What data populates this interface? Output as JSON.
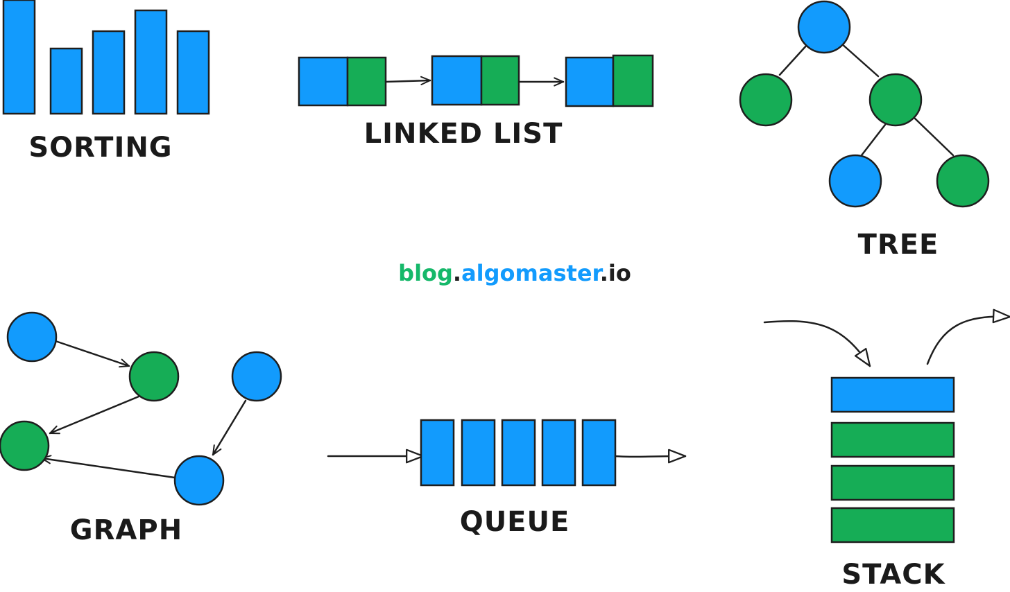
{
  "colors": {
    "blue": "#129bfd",
    "green": "#16ad56",
    "ink": "#1e1e1e",
    "watermark_green": "#16b86a",
    "watermark_blue": "#129bfd"
  },
  "labels": {
    "sorting": "SORTING",
    "linked_list": "LINKED LIST",
    "tree": "TREE",
    "graph": "GRAPH",
    "queue": "QUEUE",
    "stack": "STACK"
  },
  "watermark": {
    "part1": "blog",
    "dot1": ".",
    "part2": "algomaster",
    "dot2": ".",
    "part3": "io"
  }
}
